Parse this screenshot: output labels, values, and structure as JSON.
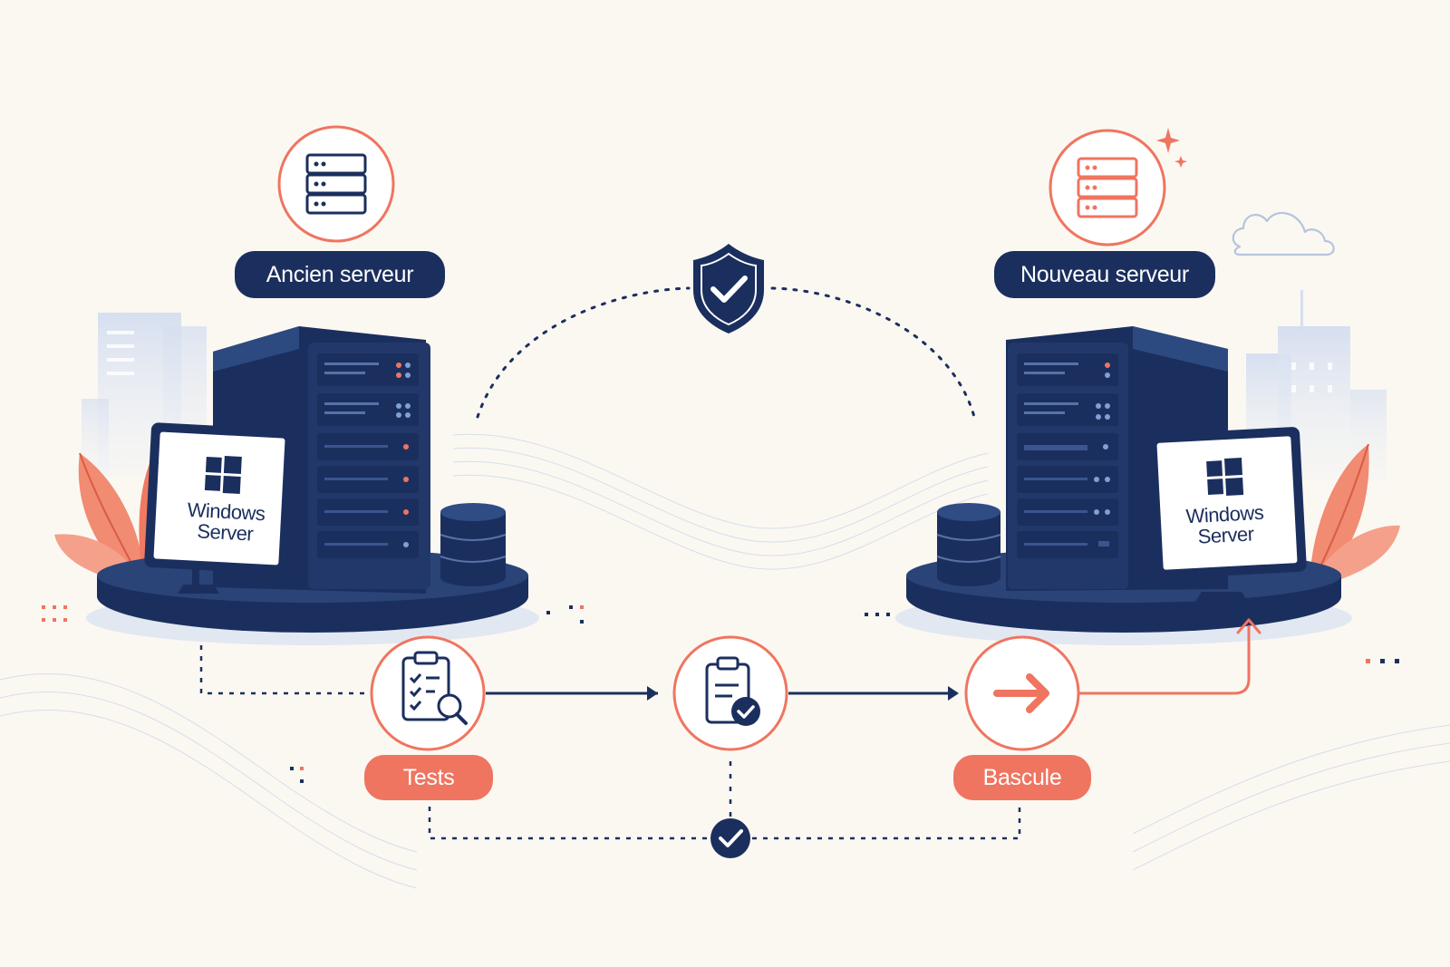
{
  "colors": {
    "navy": "#1b2f5e",
    "navy_mid": "#2a4478",
    "coral": "#ef7560",
    "background": "#fbf8f2"
  },
  "old_server": {
    "label": "Ancien serveur",
    "os": {
      "line1": "Windows",
      "line2": "Server"
    },
    "icon": "server-stack-icon"
  },
  "new_server": {
    "label": "Nouveau serveur",
    "os": {
      "line1": "Windows",
      "line2": "Server"
    },
    "icon": "server-stack-icon"
  },
  "center": {
    "icon": "shield-check-icon"
  },
  "steps": [
    {
      "label": "Tests",
      "icon": "clipboard-search-icon"
    },
    {
      "label": "",
      "icon": "clipboard-check-icon"
    },
    {
      "label": "Bascule",
      "icon": "arrow-right-icon"
    }
  ],
  "validation": {
    "icon": "check-circle-icon"
  }
}
